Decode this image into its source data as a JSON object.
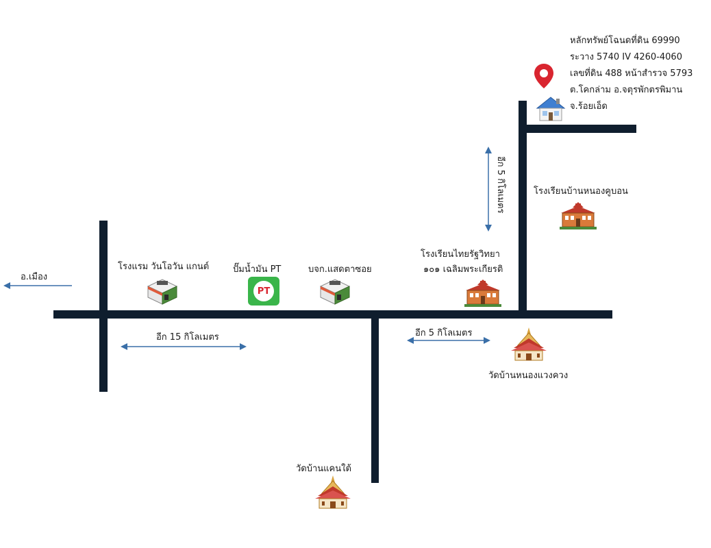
{
  "address": {
    "lines": [
      "หลักทรัพย์โฉนดที่ดิน 69990",
      "ระวาง 5740 IV 4260-4060",
      "เลขที่ดิน 488 หน้าสำรวจ 5793",
      "ต.โคกล่าม อ.จตุรพักตรพิมาน",
      "จ.ร้อยเอ็ด"
    ]
  },
  "labels": {
    "city_direction": "อ.เมือง",
    "hotel": "โรงแรม วันโอวัน แกนต์",
    "gas_station": "ปั๊มน้ำมัน PT",
    "company": "บจก.แสดตาซอย",
    "school_thairat_line1": "โรงเรียนไทยรัฐวิทยา",
    "school_thairat_line2": "๑๐๑ เฉลิมพระเกียรติ",
    "school_nongkhubon": "โรงเรียนบ้านหนองคูบอน",
    "temple_nongwaengkhuang": "วัดบ้านหนองแวงควง",
    "temple_khaentai": "วัดบ้านแคนใต้",
    "pt_logo_text": "PT"
  },
  "distances": {
    "west_segment": "อีก 15 กิโลเมตร",
    "east_segment": "อีก 5 กิโลเมตร",
    "north_segment": "อีก 5 กิโลเมตร"
  },
  "colors": {
    "road": "#0f1e2e",
    "arrow": "#3a6fa8",
    "pin": "#d9252f",
    "pt_green": "#3ab54a",
    "school_red": "#c0392b",
    "temple_gold": "#d9a441",
    "house_blue": "#3f7fd1"
  }
}
